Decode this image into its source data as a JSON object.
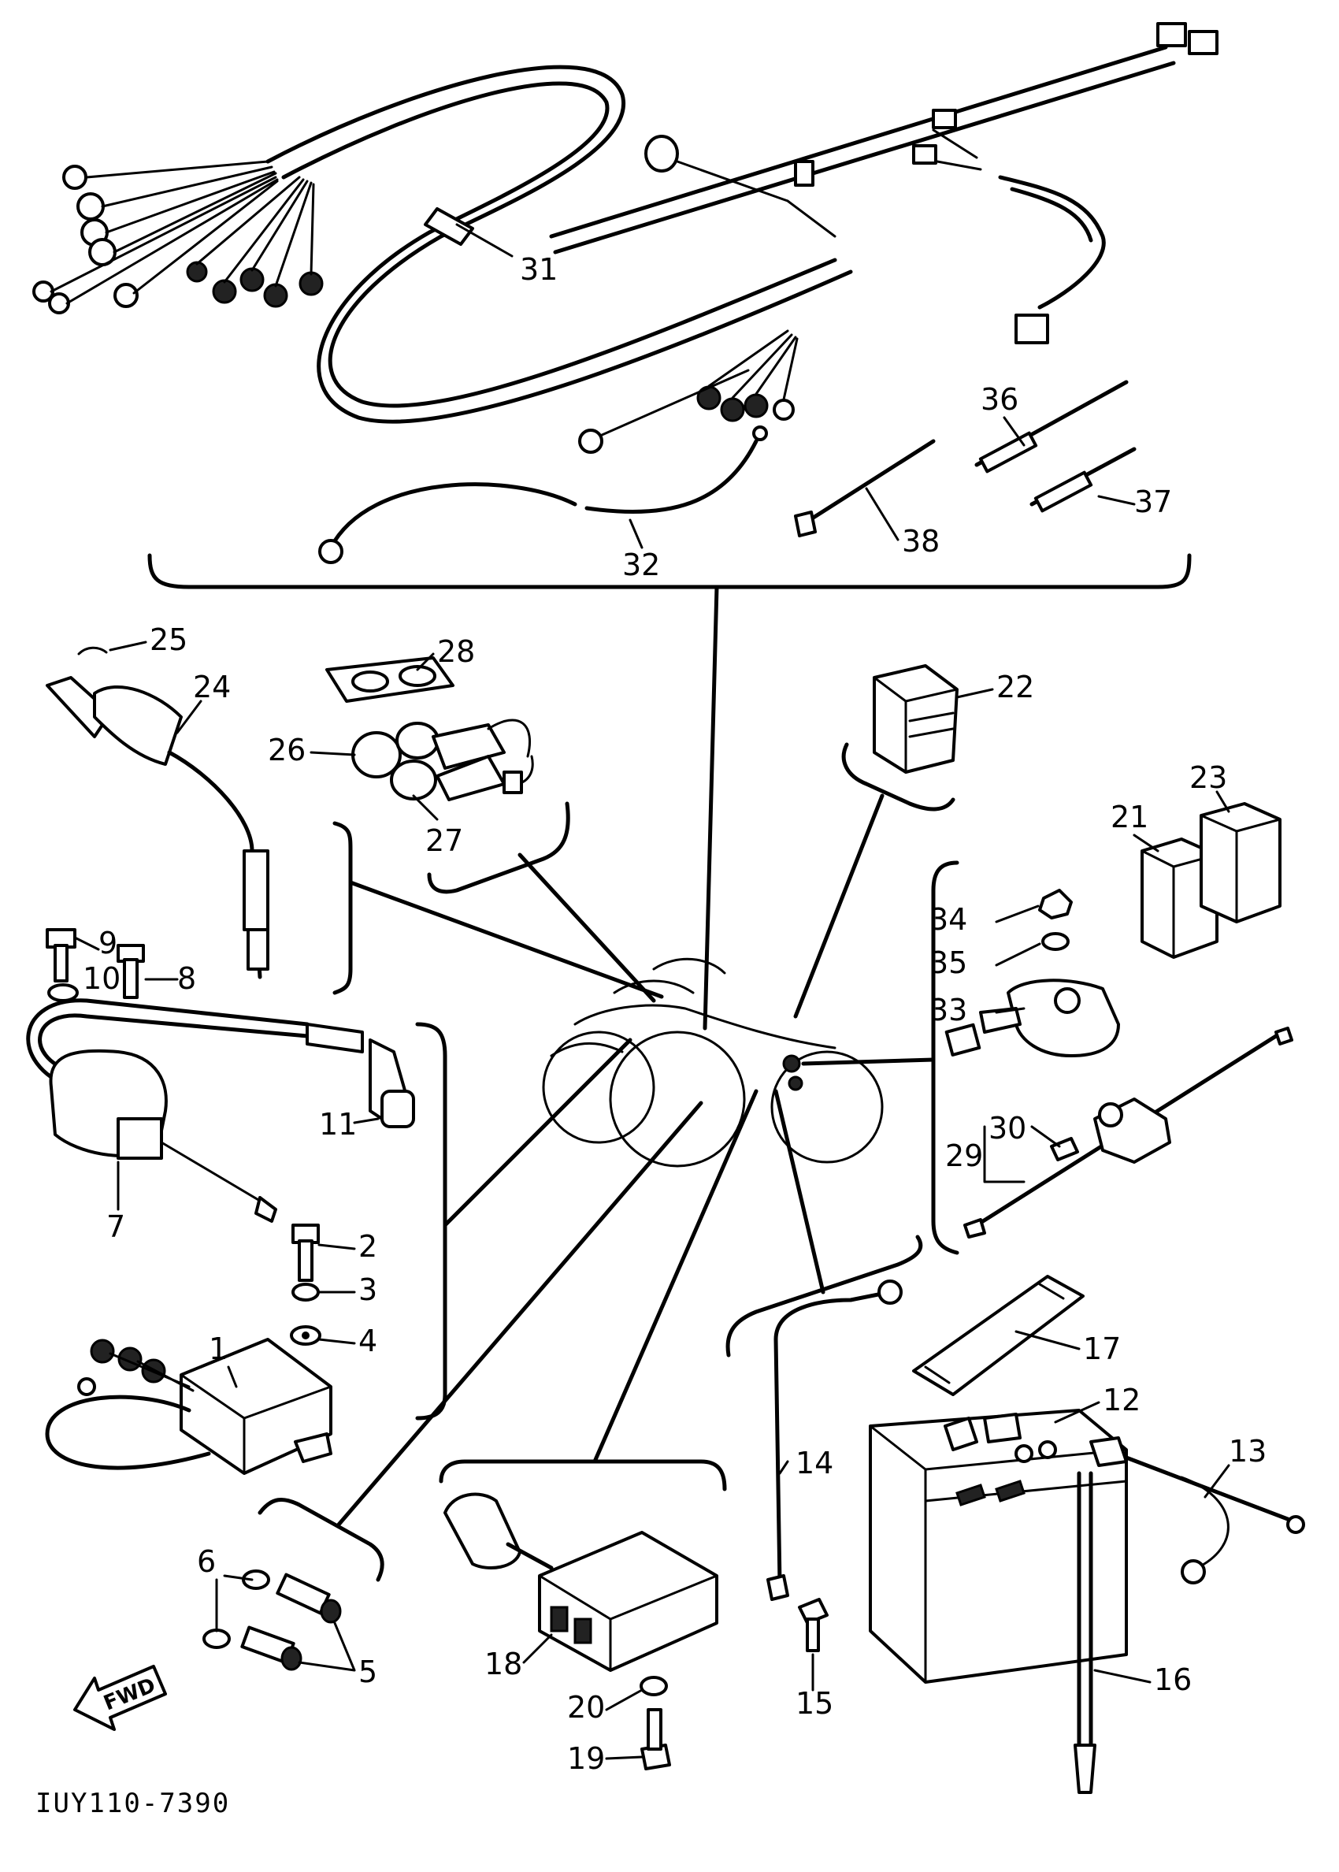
{
  "diagram": {
    "code": "IUY110-7390",
    "fwd_label": "FWD",
    "callouts": {
      "c1": "1",
      "c2": "2",
      "c3": "3",
      "c4": "4",
      "c5": "5",
      "c6": "6",
      "c7": "7",
      "c8": "8",
      "c9": "9",
      "c10": "10",
      "c11": "11",
      "c12": "12",
      "c13": "13",
      "c14": "14",
      "c15": "15",
      "c16": "16",
      "c17": "17",
      "c18": "18",
      "c19": "19",
      "c20": "20",
      "c21": "21",
      "c22": "22",
      "c23": "23",
      "c24": "24",
      "c25": "25",
      "c26": "26",
      "c27": "27",
      "c28": "28",
      "c29": "29",
      "c30": "30",
      "c31": "31",
      "c32": "32",
      "c33": "33",
      "c34": "34",
      "c35": "35",
      "c36": "36",
      "c37": "37",
      "c38": "38"
    }
  }
}
